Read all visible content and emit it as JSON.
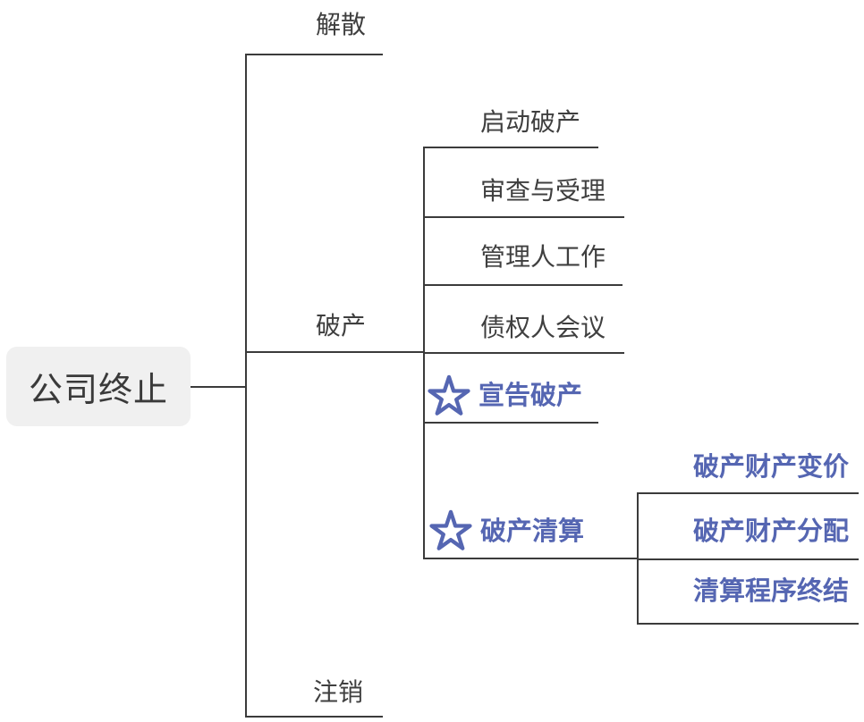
{
  "colors": {
    "line": "#3b3b3b",
    "text": "#3f3f3f",
    "accent_blue": "#5566b2",
    "root_background": "#f0f0f0",
    "canvas_background": "#ffffff"
  },
  "root": {
    "label": "公司终止"
  },
  "branches": [
    {
      "label": "解散"
    },
    {
      "label": "破产",
      "children": [
        {
          "label": "启动破产"
        },
        {
          "label": "审查与受理"
        },
        {
          "label": "管理人工作"
        },
        {
          "label": "债权人会议"
        },
        {
          "label": "宣告破产",
          "marker": "star"
        },
        {
          "label": "破产清算",
          "marker": "star",
          "children": [
            {
              "label": "破产财产变价"
            },
            {
              "label": "破产财产分配"
            },
            {
              "label": "清算程序终结"
            }
          ]
        }
      ]
    },
    {
      "label": "注销"
    }
  ]
}
